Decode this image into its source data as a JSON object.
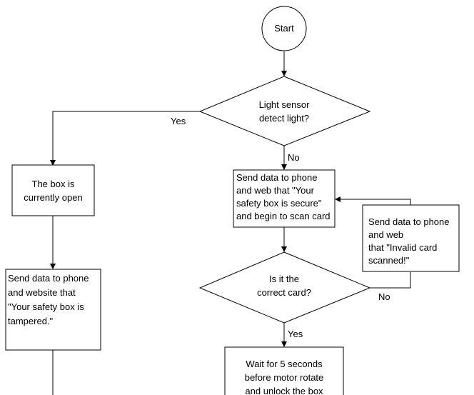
{
  "diagram": {
    "start": "Start",
    "decision_light": {
      "line1": "Light sensor",
      "line2": "detect light?"
    },
    "edge_yes_light": "Yes",
    "edge_no_light": "No",
    "box_open": {
      "line1": "The box is",
      "line2": "currently open"
    },
    "send_secure": {
      "line1": "Send data to phone",
      "line2": "and web that \"Your",
      "line3": "safety box is secure\"",
      "line4": "and begin to scan card"
    },
    "send_invalid": {
      "line1": "Send data to phone",
      "line2": "and web",
      "line3": "that \"Invalid card",
      "line4": "scanned!\""
    },
    "send_tampered": {
      "line1": "Send data to phone",
      "line2": "and website that",
      "line3": "\"Your safety box is",
      "line4": "tampered.\""
    },
    "decision_card": {
      "line1": "Is it the",
      "line2": "correct card?"
    },
    "edge_no_card": "No",
    "edge_yes_card": "Yes",
    "wait_unlock": {
      "line1": "Wait for 5 seconds",
      "line2": "before motor rotate",
      "line3": "and unlock the box"
    }
  }
}
